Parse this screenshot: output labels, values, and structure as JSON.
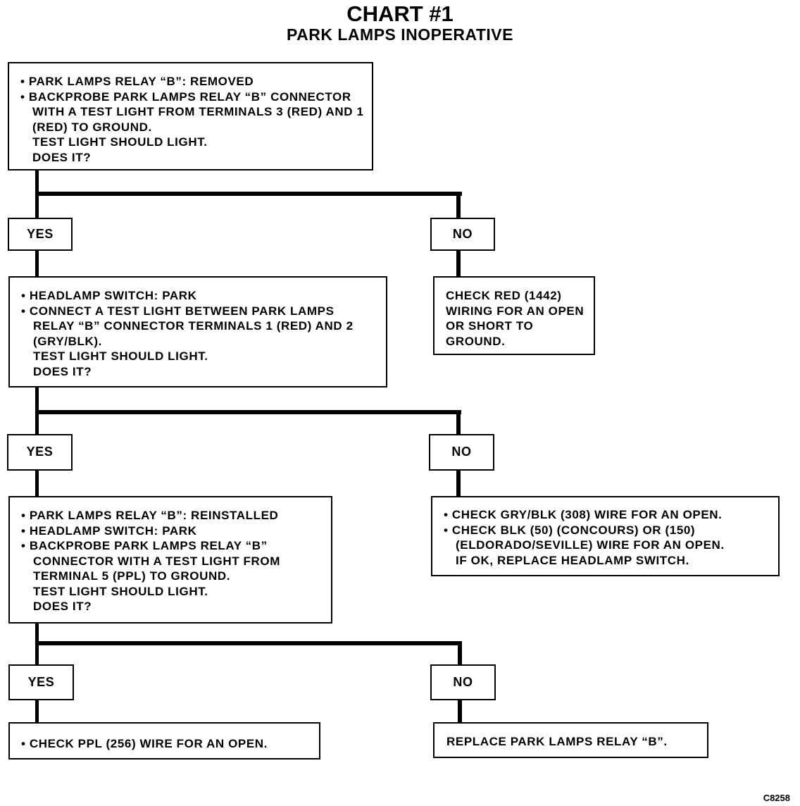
{
  "title": "CHART #1",
  "subtitle": "PARK LAMPS INOPERATIVE",
  "step1": {
    "bullets": [
      "PARK LAMPS RELAY “B”: REMOVED",
      "BACKPROBE PARK LAMPS RELAY “B” CONNECTOR WITH A TEST LIGHT FROM TERMINALS 3 (RED) AND 1 (RED) TO GROUND."
    ],
    "plain": [
      "TEST LIGHT SHOULD LIGHT.",
      "DOES IT?"
    ],
    "yes": "YES",
    "no": "NO",
    "no_action": "CHECK RED (1442) WIRING FOR AN OPEN OR SHORT TO GROUND."
  },
  "step2": {
    "bullets": [
      "HEADLAMP SWITCH: PARK",
      "CONNECT A TEST LIGHT BETWEEN PARK LAMPS RELAY “B” CONNECTOR TERMINALS 1 (RED) AND 2 (GRY/BLK)."
    ],
    "plain": [
      "TEST LIGHT SHOULD LIGHT.",
      "DOES IT?"
    ],
    "yes": "YES",
    "no": "NO",
    "no_action": {
      "bullets": [
        "CHECK GRY/BLK (308) WIRE FOR AN OPEN.",
        "CHECK BLK (50) (CONCOURS) OR (150) (ELDORADO/SEVILLE) WIRE FOR AN OPEN."
      ],
      "plain": [
        "IF OK, REPLACE HEADLAMP SWITCH."
      ]
    }
  },
  "step3": {
    "bullets": [
      "PARK LAMPS RELAY “B”: REINSTALLED",
      "HEADLAMP SWITCH: PARK",
      "BACKPROBE PARK LAMPS RELAY “B” CONNECTOR WITH A TEST LIGHT FROM TERMINAL 5 (PPL) TO GROUND."
    ],
    "plain": [
      "TEST LIGHT SHOULD LIGHT.",
      "DOES IT?"
    ],
    "yes": "YES",
    "no": "NO",
    "yes_action": "CHECK PPL (256) WIRE FOR AN OPEN.",
    "no_action": "REPLACE PARK LAMPS RELAY “B”."
  },
  "figure_code": "C8258"
}
